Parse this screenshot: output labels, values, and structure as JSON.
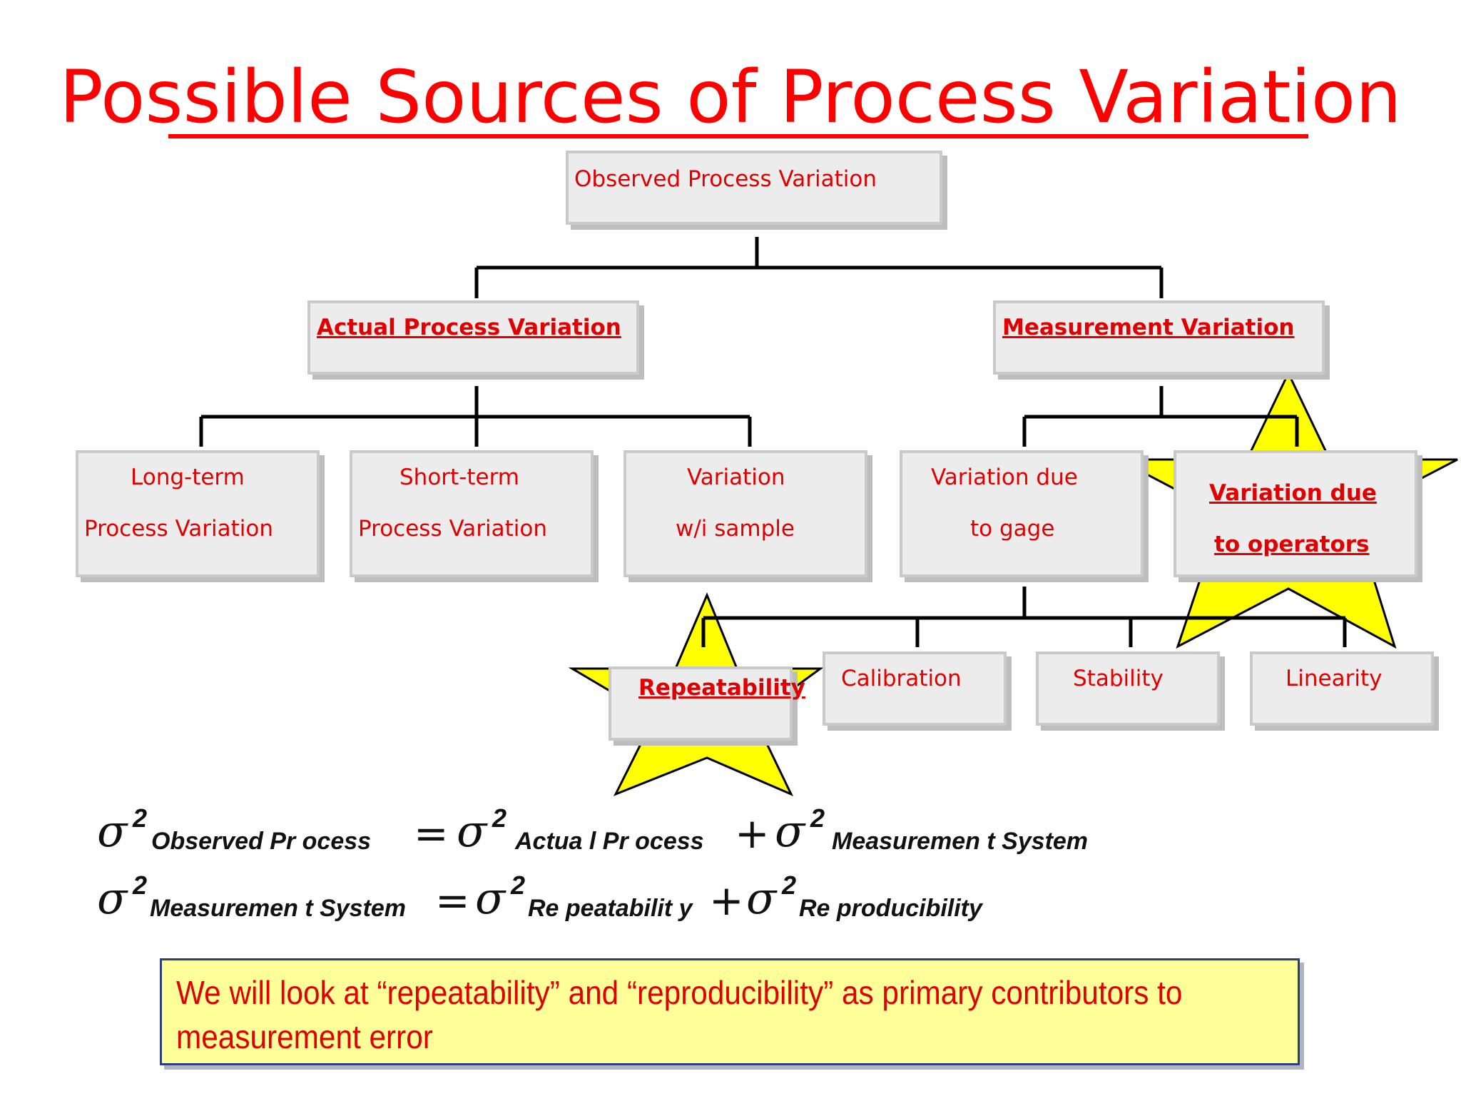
{
  "title": "Possible Sources of Process Variation",
  "nodes": {
    "observed": "Observed Process Variation",
    "actual": "Actual Process Variation",
    "measurement": "Measurement Variation",
    "long_term_1": "Long-term",
    "long_term_2": "Process Variation",
    "short_term_1": "Short-term",
    "short_term_2": "Process Variation",
    "within_1": "Variation",
    "within_2": "w/i sample",
    "gage_1": "Variation due",
    "gage_2": "to gage",
    "operators_1": "Variation due",
    "operators_2": "to operators",
    "repeatability": "Repeatability",
    "calibration": "Calibration",
    "stability": "Stability",
    "linearity": "Linearity"
  },
  "equations": {
    "sigma": "σ",
    "sq": "2",
    "eq1_sub1": "Observed  Pr ocess",
    "eq1_sub2": "Actua l Pr ocess",
    "eq1_sub3": "Measuremen t System",
    "eq2_sub1": "Measuremen t System",
    "eq2_sub2": "Re peatabilit y",
    "eq2_sub3": "Re producibility",
    "equals": "=",
    "plus": "+"
  },
  "note": "We will look at “repeatability” and “reproducibility” as primary contributors to measurement error",
  "colors": {
    "title": "#ff0000",
    "label": "#e00000",
    "star": "#ffff00",
    "note_bg": "#ffff99"
  }
}
